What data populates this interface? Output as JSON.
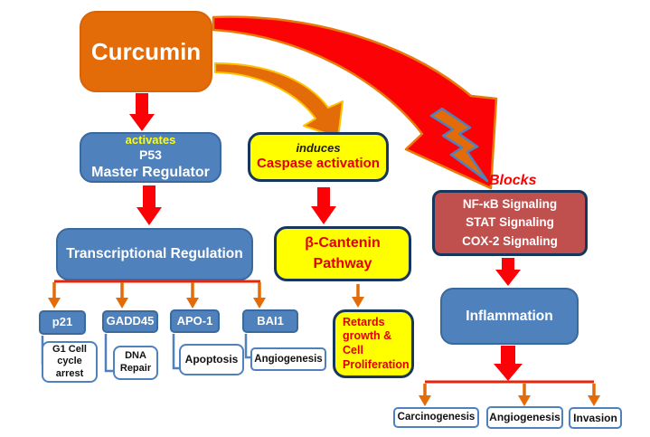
{
  "palette": {
    "orange": "#E36C09",
    "blue": "#4F81BD",
    "yellow": "#FFFF00",
    "brick_red": "#C0504D",
    "bright_red": "#FB0207",
    "navy_border": "#17365D",
    "gold_outline": "#FFC000"
  },
  "nodes": {
    "curcumin": {
      "label": "Curcumin"
    },
    "p53": {
      "tag": "activates",
      "name": "P53",
      "desc": "Master Regulator"
    },
    "caspase": {
      "tag": "induces",
      "name": "Caspase activation"
    },
    "transcriptional": {
      "label": "Transcriptional Regulation"
    },
    "bcatenin": {
      "line1": "β-Cantenin",
      "line2": "Pathway"
    },
    "retards": {
      "line1": "Retards",
      "line2": "growth &",
      "line3": "Cell",
      "line4": "Proliferation"
    },
    "blocks": {
      "label": "Blocks"
    },
    "nfkb": {
      "line1": "NF-κB Signaling",
      "line2": "STAT Signaling",
      "line3": "COX-2 Signaling"
    },
    "inflammation": {
      "label": "Inflammation"
    },
    "targets": {
      "p21": {
        "label": "p21"
      },
      "gadd45": {
        "label": "GADD45"
      },
      "apo1": {
        "label": "APO-1"
      },
      "bai1": {
        "label": "BAI1"
      }
    },
    "effects": {
      "g1": {
        "line1": "G1 Cell",
        "line2": "cycle",
        "line3": "arrest"
      },
      "dna": {
        "line1": "DNA",
        "line2": "Repair"
      },
      "apoptosis": {
        "label": "Apoptosis"
      },
      "angiogenesis": {
        "label": "Angiogenesis"
      }
    },
    "outcomes": {
      "carcinogenesis": {
        "label": "Carcinogenesis"
      },
      "angiogenesis": {
        "label": "Angiogenesis"
      },
      "invasion": {
        "label": "Invasion"
      }
    }
  }
}
